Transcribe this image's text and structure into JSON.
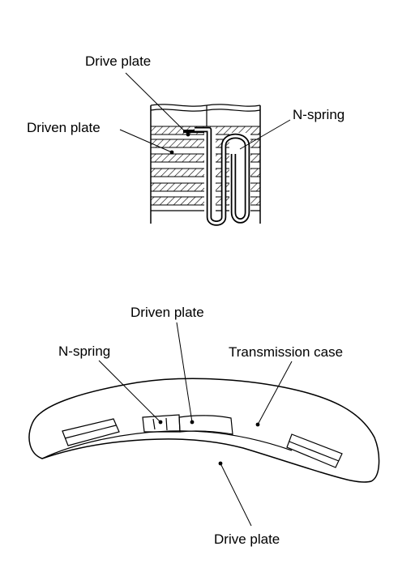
{
  "top_figure": {
    "labels": {
      "drive_plate": "Drive plate",
      "driven_plate": "Driven plate",
      "n_spring": "N-spring"
    }
  },
  "bottom_figure": {
    "labels": {
      "driven_plate": "Driven plate",
      "n_spring": "N-spring",
      "transmission_case": "Transmission case",
      "drive_plate": "Drive plate"
    }
  }
}
